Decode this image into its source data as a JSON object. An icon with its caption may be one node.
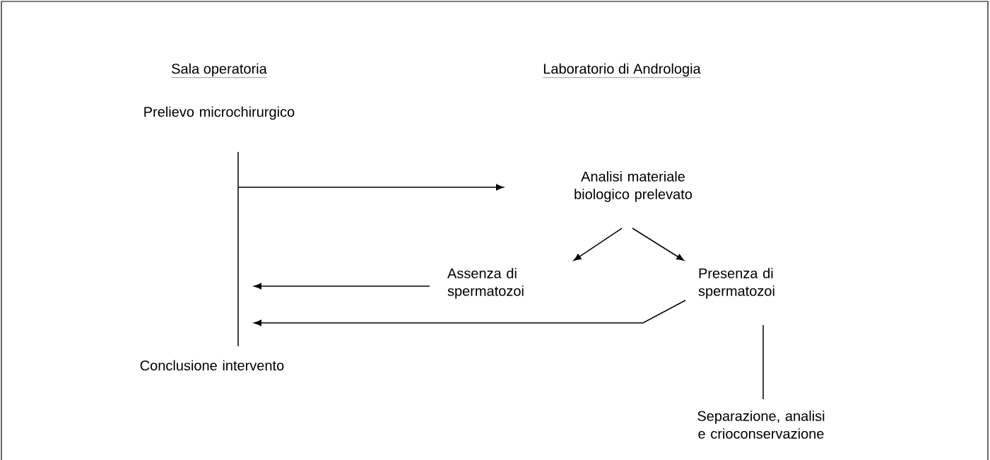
{
  "diagram": {
    "nodes": [
      {
        "text": [
          "Prelievo microchirurgico"
        ]
      },
      {
        "text": [],
        "shape": "bar"
      },
      {
        "text": [
          "Analisi materiale biologico prelevato"
        ]
      },
      {
        "text": [
          "Assenza di spermatozoi"
        ]
      },
      {
        "text": [
          "Presenza di spermatozoi"
        ]
      },
      {
        "text": [
          "Conclusione intervento"
        ]
      },
      {
        "text": [
          "Separazione, analisi e crioconservazione"
        ]
      }
    ],
    "edges": [
      {
        "from": 1,
        "to": 2,
        "arrow": "to"
      },
      {
        "from": 2,
        "to": 3,
        "arrow": "to"
      },
      {
        "from": 2,
        "to": 4,
        "arrow": "to"
      },
      {
        "from": 3,
        "to": 1,
        "arrow": "to"
      },
      {
        "from": 4,
        "to": 1,
        "arrow": "to"
      },
      {
        "from": 4,
        "to": 6,
        "arrow": "none"
      }
    ],
    "labels": [
      "Sala operatoria",
      "Laboratorio di Andrologia"
    ]
  }
}
